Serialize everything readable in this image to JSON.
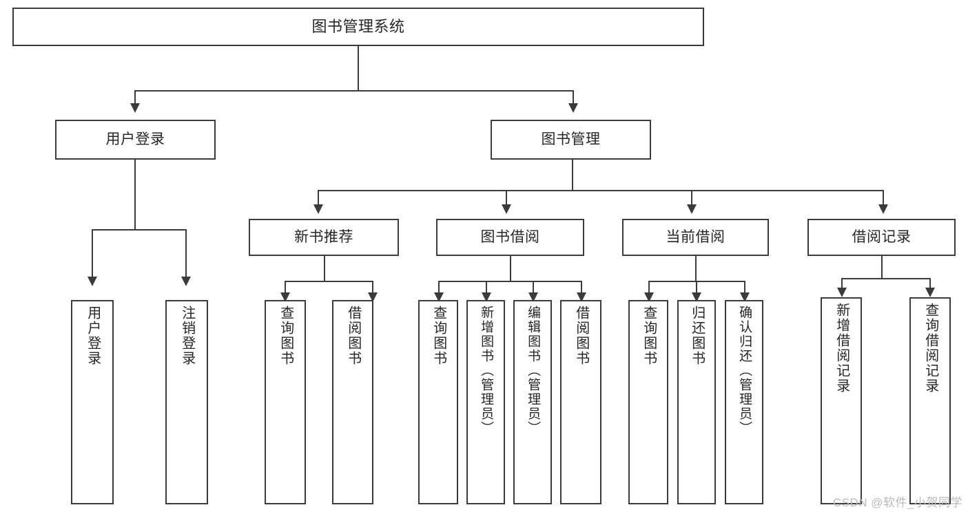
{
  "diagram": {
    "title": "图书管理系统",
    "type": "functional-structure-tree",
    "root": {
      "id": "root",
      "label": "图书管理系统"
    },
    "level2": [
      {
        "id": "user-login",
        "label": "用户登录"
      },
      {
        "id": "book-manage",
        "label": "图书管理"
      }
    ],
    "level3": [
      {
        "id": "new-book-rec",
        "label": "新书推荐",
        "parent": "book-manage"
      },
      {
        "id": "book-borrow",
        "label": "图书借阅",
        "parent": "book-manage"
      },
      {
        "id": "current-borrow",
        "label": "当前借阅",
        "parent": "book-manage"
      },
      {
        "id": "borrow-record",
        "label": "借阅记录",
        "parent": "book-manage"
      }
    ],
    "leaves": [
      {
        "id": "leaf-user-login",
        "label": "用户登录",
        "parent": "user-login"
      },
      {
        "id": "leaf-logout",
        "label": "注销登录",
        "parent": "user-login"
      },
      {
        "id": "leaf-query-book-1",
        "label": "查询图书",
        "parent": "new-book-rec"
      },
      {
        "id": "leaf-borrow-book-1",
        "label": "借阅图书",
        "parent": "new-book-rec"
      },
      {
        "id": "leaf-query-book-2",
        "label": "查询图书",
        "parent": "book-borrow"
      },
      {
        "id": "leaf-add-book",
        "label": "新增图书（管理员）",
        "parent": "book-borrow"
      },
      {
        "id": "leaf-edit-book",
        "label": "编辑图书（管理员）",
        "parent": "book-borrow"
      },
      {
        "id": "leaf-borrow-book-2",
        "label": "借阅图书",
        "parent": "book-borrow"
      },
      {
        "id": "leaf-query-book-3",
        "label": "查询图书",
        "parent": "current-borrow"
      },
      {
        "id": "leaf-return-book",
        "label": "归还图书",
        "parent": "current-borrow"
      },
      {
        "id": "leaf-confirm-return",
        "label": "确认归还（管理员）",
        "parent": "current-borrow"
      },
      {
        "id": "leaf-add-record",
        "label": "新增借阅记录",
        "parent": "borrow-record"
      },
      {
        "id": "leaf-query-record",
        "label": "查询借阅记录",
        "parent": "borrow-record"
      }
    ],
    "watermark": "CSDN @软件_小贺同学",
    "colors": {
      "stroke": "#3b3b3b",
      "fill": "#ffffff",
      "text": "#262626",
      "watermark": "#b9b9b9"
    }
  }
}
